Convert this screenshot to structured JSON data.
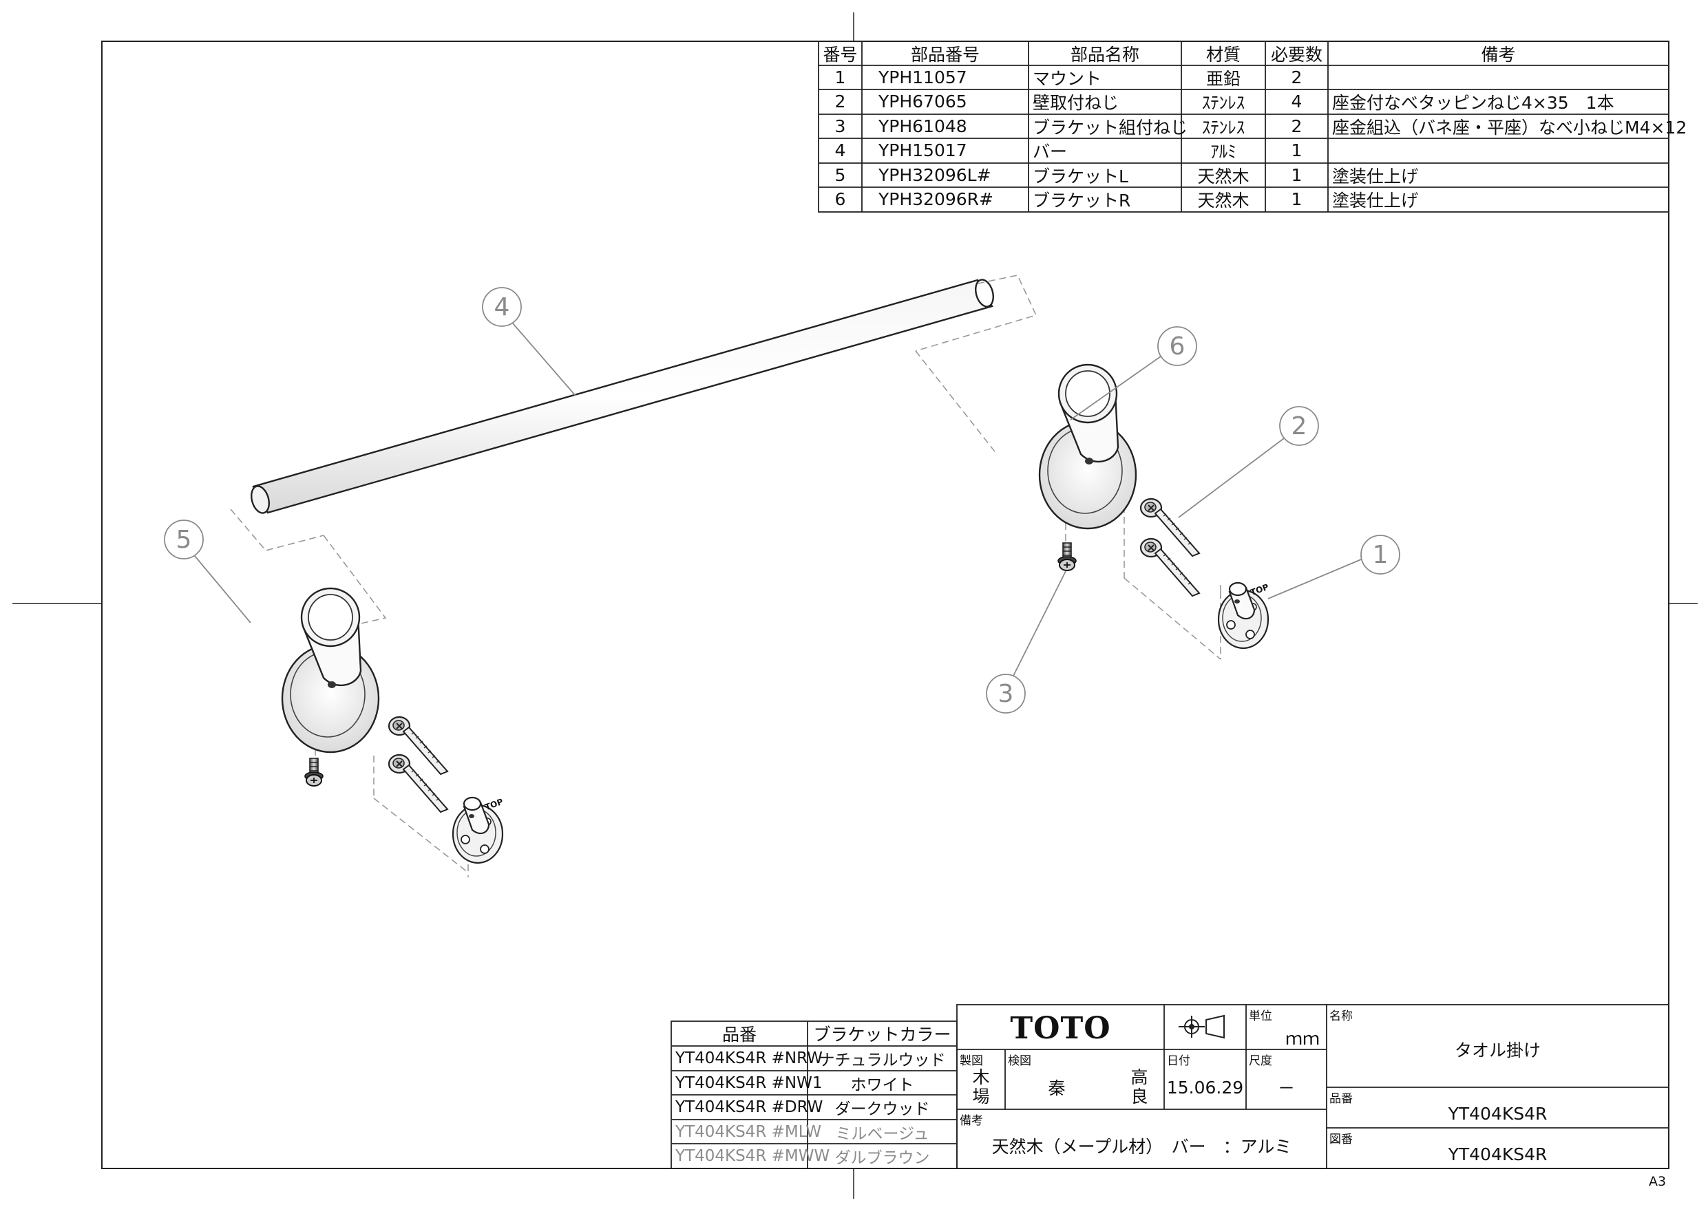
{
  "parts_table": {
    "headers": [
      "番号",
      "部品番号",
      "部品名称",
      "材質",
      "必要数",
      "備考"
    ],
    "rows": [
      [
        "1",
        "YPH11057",
        "マウント",
        "亜鉛",
        "2",
        ""
      ],
      [
        "2",
        "YPH67065",
        "壁取付ねじ",
        "ｽﾃﾝﾚｽ",
        "4",
        "座金付なべタッピンねじ4×35　1本"
      ],
      [
        "3",
        "YPH61048",
        "ブラケット組付ねじ",
        "ｽﾃﾝﾚｽ",
        "2",
        "座金組込（バネ座・平座）なべ小ねじM4×12"
      ],
      [
        "4",
        "YPH15017",
        "バー",
        "ｱﾙﾐ",
        "1",
        ""
      ],
      [
        "5",
        "YPH32096L#",
        "ブラケットL",
        "天然木",
        "1",
        "塗装仕上げ"
      ],
      [
        "6",
        "YPH32096R#",
        "ブラケットR",
        "天然木",
        "1",
        "塗装仕上げ"
      ]
    ]
  },
  "variant_table": {
    "headers": [
      "品番",
      "ブラケットカラー"
    ],
    "rows": [
      {
        "code": "YT404KS4R #NRW",
        "color": "ナチュラルウッド"
      },
      {
        "code": "YT404KS4R #NW1",
        "color": "ホワイト"
      },
      {
        "code": "YT404KS4R #DRW",
        "color": "ダークウッド"
      },
      {
        "code": "YT404KS4R #MLW",
        "color": "ミルベージュ"
      },
      {
        "code": "YT404KS4R #MWW",
        "color": "ダルブラウン"
      }
    ]
  },
  "title_block": {
    "brand": "TOTO",
    "unit_label": "単位",
    "unit_value": "ｍｍ",
    "name_label": "名称",
    "name_value": "タオル掛け",
    "drafting_label": "製図",
    "drafter": [
      "木",
      "場"
    ],
    "check_label": "検図",
    "checker": "秦",
    "approver": [
      "高",
      "良"
    ],
    "date_label": "日付",
    "date_value": "15.06.29",
    "scale_label": "尺度",
    "scale_value": "－",
    "product_no_label": "品番",
    "product_no": "YT404KS4R",
    "remarks_label": "備考",
    "remarks": "天然木（メープル材）　バー　：アルミ",
    "drawing_no_label": "図番",
    "drawing_no": "YT404KS4R"
  },
  "callouts": [
    "1",
    "2",
    "3",
    "4",
    "5",
    "6"
  ],
  "mount_marks": [
    "TOP",
    "TOP"
  ],
  "sheet_size": "A3"
}
